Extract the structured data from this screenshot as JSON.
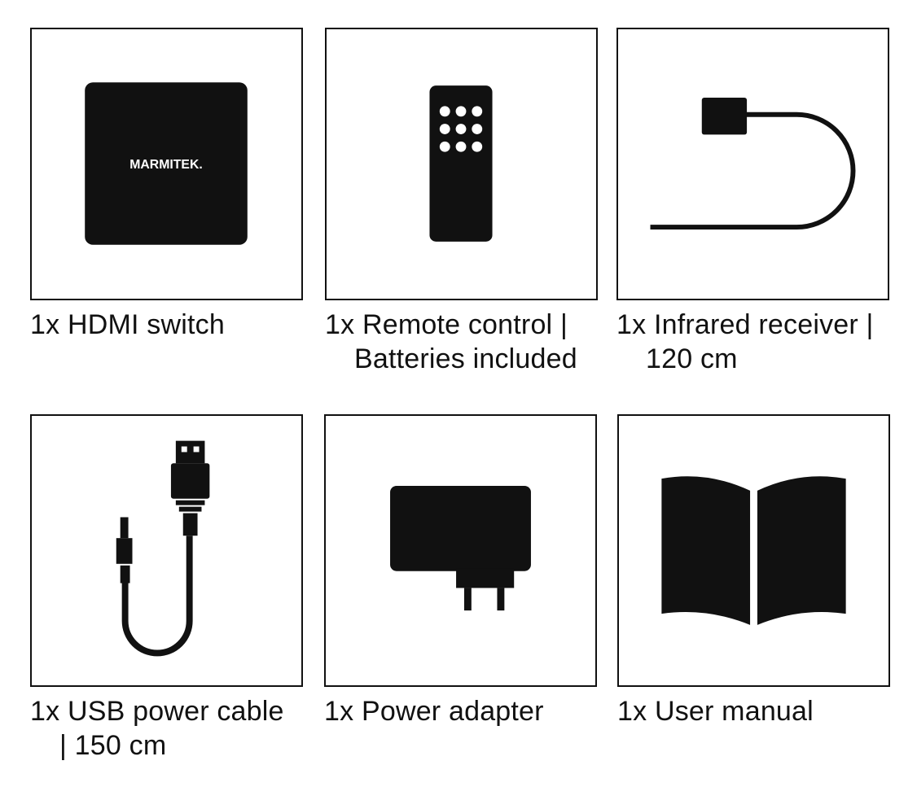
{
  "brand_logo_text": "MARMITEK.",
  "colors": {
    "ink": "#111111",
    "background": "#ffffff"
  },
  "items": [
    {
      "icon": "hdmi-switch-icon",
      "caption_lines": [
        "1x HDMI switch"
      ]
    },
    {
      "icon": "remote-control-icon",
      "caption_lines": [
        "1x Remote control |",
        "Batteries included"
      ]
    },
    {
      "icon": "infrared-receiver-icon",
      "caption_lines": [
        "1x Infrared receiver |",
        "120 cm"
      ]
    },
    {
      "icon": "usb-power-cable-icon",
      "caption_lines": [
        "1x USB power cable",
        "| 150 cm"
      ]
    },
    {
      "icon": "power-adapter-icon",
      "caption_lines": [
        "1x Power adapter"
      ]
    },
    {
      "icon": "user-manual-icon",
      "caption_lines": [
        "1x User manual"
      ]
    }
  ]
}
